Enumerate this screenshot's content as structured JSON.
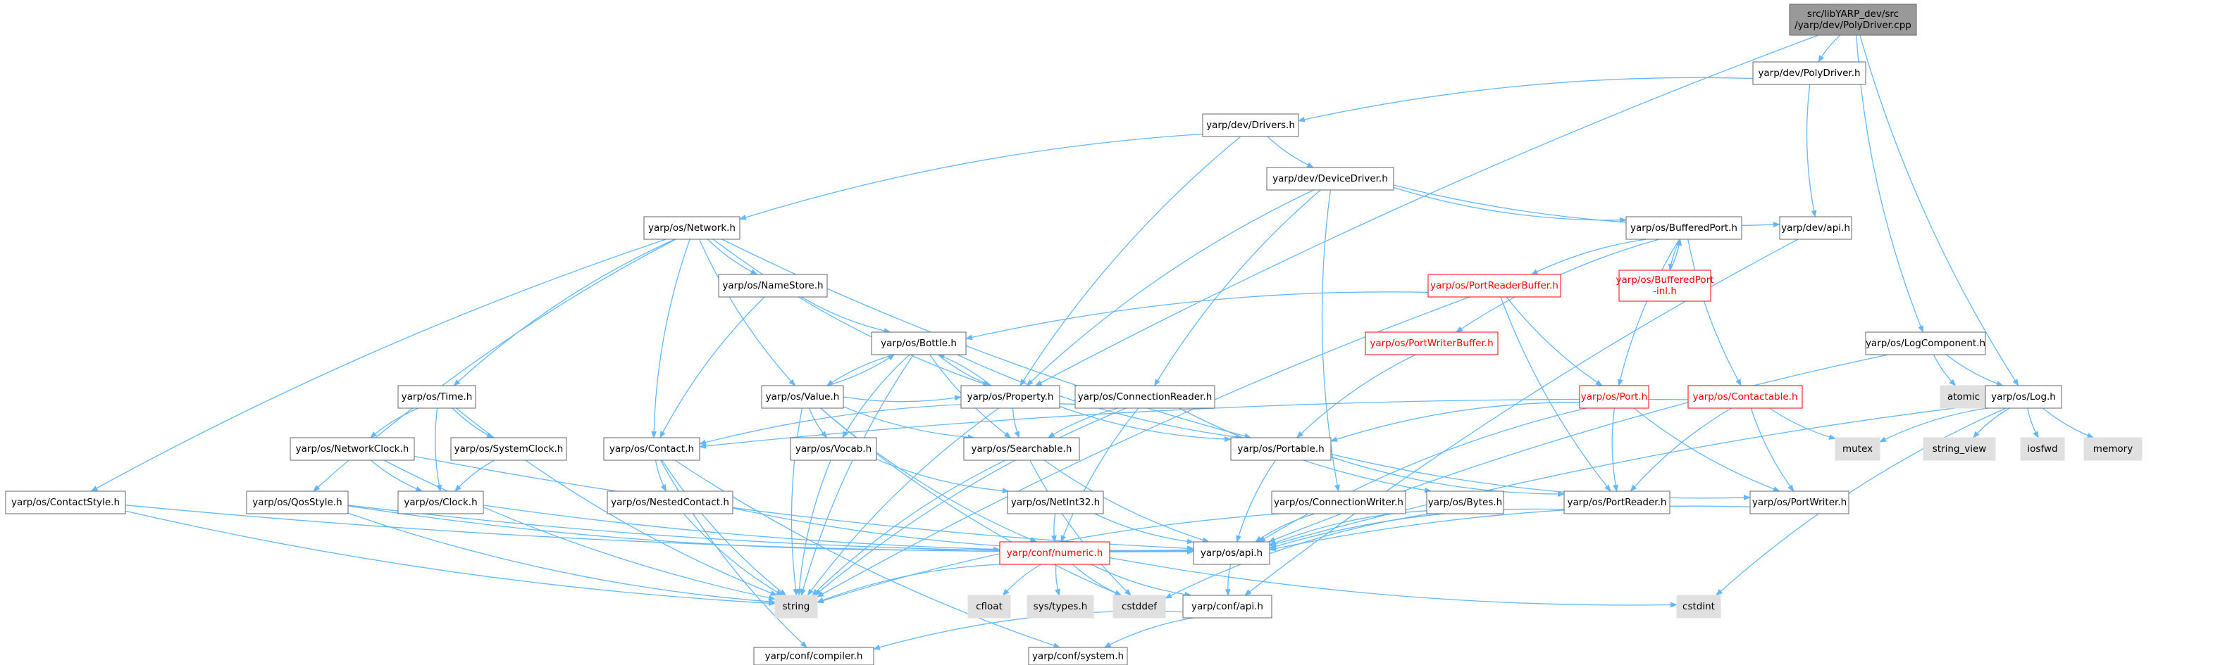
{
  "diagram": {
    "type": "include-dependency-graph",
    "edge_color": "#63b8ff",
    "style": {
      "normal": {
        "fill": "#ffffff",
        "stroke": "#666666",
        "text": "#000000"
      },
      "root": {
        "fill": "#999999",
        "stroke": "#666666",
        "text": "#000000"
      },
      "red": {
        "fill": "#ffffff",
        "stroke": "#ff0000",
        "text": "#ff0000"
      },
      "system": {
        "fill": "#e0e0e0",
        "stroke": "#e0e0e0",
        "text": "#000000"
      }
    },
    "nodes": [
      {
        "id": "root",
        "lines": [
          "src/libYARP_dev/src",
          "/yarp/dev/PolyDriver.cpp"
        ],
        "style": "root"
      },
      {
        "id": "polydriver_h",
        "lines": [
          "yarp/dev/PolyDriver.h"
        ],
        "style": "normal"
      },
      {
        "id": "drivers_h",
        "lines": [
          "yarp/dev/Drivers.h"
        ],
        "style": "normal"
      },
      {
        "id": "devicedriver_h",
        "lines": [
          "yarp/dev/DeviceDriver.h"
        ],
        "style": "normal"
      },
      {
        "id": "dev_api_h",
        "lines": [
          "yarp/dev/api.h"
        ],
        "style": "normal"
      },
      {
        "id": "network_h",
        "lines": [
          "yarp/os/Network.h"
        ],
        "style": "normal"
      },
      {
        "id": "namestore_h",
        "lines": [
          "yarp/os/NameStore.h"
        ],
        "style": "normal"
      },
      {
        "id": "bufferedport_h",
        "lines": [
          "yarp/os/BufferedPort.h"
        ],
        "style": "normal"
      },
      {
        "id": "portreaderbuffer_h",
        "lines": [
          "yarp/os/PortReaderBuffer.h"
        ],
        "style": "red"
      },
      {
        "id": "bufferedport_inl_h",
        "lines": [
          "yarp/os/BufferedPort",
          "-inl.h"
        ],
        "style": "red"
      },
      {
        "id": "bottle_h",
        "lines": [
          "yarp/os/Bottle.h"
        ],
        "style": "normal"
      },
      {
        "id": "portwriterbuffer_h",
        "lines": [
          "yarp/os/PortWriterBuffer.h"
        ],
        "style": "red"
      },
      {
        "id": "logcomponent_h",
        "lines": [
          "yarp/os/LogComponent.h"
        ],
        "style": "normal"
      },
      {
        "id": "atomic",
        "lines": [
          "atomic"
        ],
        "style": "system"
      },
      {
        "id": "log_h",
        "lines": [
          "yarp/os/Log.h"
        ],
        "style": "normal"
      },
      {
        "id": "time_h",
        "lines": [
          "yarp/os/Time.h"
        ],
        "style": "normal"
      },
      {
        "id": "value_h",
        "lines": [
          "yarp/os/Value.h"
        ],
        "style": "normal"
      },
      {
        "id": "property_h",
        "lines": [
          "yarp/os/Property.h"
        ],
        "style": "normal"
      },
      {
        "id": "connectionreader_h",
        "lines": [
          "yarp/os/ConnectionReader.h"
        ],
        "style": "normal"
      },
      {
        "id": "port_h",
        "lines": [
          "yarp/os/Port.h"
        ],
        "style": "red"
      },
      {
        "id": "contactable_h",
        "lines": [
          "yarp/os/Contactable.h"
        ],
        "style": "red"
      },
      {
        "id": "mutex",
        "lines": [
          "mutex"
        ],
        "style": "system"
      },
      {
        "id": "string_view",
        "lines": [
          "string_view"
        ],
        "style": "system"
      },
      {
        "id": "iosfwd",
        "lines": [
          "iosfwd"
        ],
        "style": "system"
      },
      {
        "id": "memory",
        "lines": [
          "memory"
        ],
        "style": "system"
      },
      {
        "id": "networkclock_h",
        "lines": [
          "yarp/os/NetworkClock.h"
        ],
        "style": "normal"
      },
      {
        "id": "systemclock_h",
        "lines": [
          "yarp/os/SystemClock.h"
        ],
        "style": "normal"
      },
      {
        "id": "contact_h",
        "lines": [
          "yarp/os/Contact.h"
        ],
        "style": "normal"
      },
      {
        "id": "vocab_h",
        "lines": [
          "yarp/os/Vocab.h"
        ],
        "style": "normal"
      },
      {
        "id": "searchable_h",
        "lines": [
          "yarp/os/Searchable.h"
        ],
        "style": "normal"
      },
      {
        "id": "portable_h",
        "lines": [
          "yarp/os/Portable.h"
        ],
        "style": "normal"
      },
      {
        "id": "contactstyle_h",
        "lines": [
          "yarp/os/ContactStyle.h"
        ],
        "style": "normal"
      },
      {
        "id": "qosstyle_h",
        "lines": [
          "yarp/os/QosStyle.h"
        ],
        "style": "normal"
      },
      {
        "id": "clock_h",
        "lines": [
          "yarp/os/Clock.h"
        ],
        "style": "normal"
      },
      {
        "id": "nestedcontact_h",
        "lines": [
          "yarp/os/NestedContact.h"
        ],
        "style": "normal"
      },
      {
        "id": "netint32_h",
        "lines": [
          "yarp/os/NetInt32.h"
        ],
        "style": "normal"
      },
      {
        "id": "connectionwriter_h",
        "lines": [
          "yarp/os/ConnectionWriter.h"
        ],
        "style": "normal"
      },
      {
        "id": "bytes_h",
        "lines": [
          "yarp/os/Bytes.h"
        ],
        "style": "normal"
      },
      {
        "id": "portreader_h",
        "lines": [
          "yarp/os/PortReader.h"
        ],
        "style": "normal"
      },
      {
        "id": "portwriter_h",
        "lines": [
          "yarp/os/PortWriter.h"
        ],
        "style": "normal"
      },
      {
        "id": "numeric_h",
        "lines": [
          "yarp/conf/numeric.h"
        ],
        "style": "red"
      },
      {
        "id": "os_api_h",
        "lines": [
          "yarp/os/api.h"
        ],
        "style": "normal"
      },
      {
        "id": "string",
        "lines": [
          "string"
        ],
        "style": "system"
      },
      {
        "id": "cfloat",
        "lines": [
          "cfloat"
        ],
        "style": "system"
      },
      {
        "id": "systypes_h",
        "lines": [
          "sys/types.h"
        ],
        "style": "system"
      },
      {
        "id": "cstddef",
        "lines": [
          "cstddef"
        ],
        "style": "system"
      },
      {
        "id": "conf_api_h",
        "lines": [
          "yarp/conf/api.h"
        ],
        "style": "normal"
      },
      {
        "id": "cstdint",
        "lines": [
          "cstdint"
        ],
        "style": "system"
      },
      {
        "id": "compiler_h",
        "lines": [
          "yarp/conf/compiler.h"
        ],
        "style": "normal"
      },
      {
        "id": "conf_system_h",
        "lines": [
          "yarp/conf/system.h"
        ],
        "style": "normal"
      }
    ],
    "edges": [
      [
        "root",
        "polydriver_h"
      ],
      [
        "root",
        "logcomponent_h"
      ],
      [
        "root",
        "log_h"
      ],
      [
        "root",
        "property_h"
      ],
      [
        "polydriver_h",
        "drivers_h"
      ],
      [
        "polydriver_h",
        "dev_api_h"
      ],
      [
        "drivers_h",
        "devicedriver_h"
      ],
      [
        "drivers_h",
        "network_h"
      ],
      [
        "drivers_h",
        "property_h"
      ],
      [
        "devicedriver_h",
        "bufferedport_h"
      ],
      [
        "devicedriver_h",
        "dev_api_h"
      ],
      [
        "devicedriver_h",
        "property_h"
      ],
      [
        "devicedriver_h",
        "connectionreader_h"
      ],
      [
        "devicedriver_h",
        "connectionwriter_h"
      ],
      [
        "dev_api_h",
        "conf_api_h"
      ],
      [
        "network_h",
        "namestore_h"
      ],
      [
        "network_h",
        "time_h"
      ],
      [
        "network_h",
        "value_h"
      ],
      [
        "network_h",
        "property_h"
      ],
      [
        "network_h",
        "contact_h"
      ],
      [
        "network_h",
        "portable_h"
      ],
      [
        "network_h",
        "contactstyle_h"
      ],
      [
        "network_h",
        "qosstyle_h"
      ],
      [
        "namestore_h",
        "bottle_h"
      ],
      [
        "namestore_h",
        "contact_h"
      ],
      [
        "bufferedport_h",
        "portreaderbuffer_h"
      ],
      [
        "bufferedport_h",
        "bufferedport_inl_h"
      ],
      [
        "bufferedport_h",
        "portwriterbuffer_h"
      ],
      [
        "bufferedport_h",
        "port_h"
      ],
      [
        "bufferedport_h",
        "contactable_h"
      ],
      [
        "bufferedport_inl_h",
        "bufferedport_h"
      ],
      [
        "portreaderbuffer_h",
        "bottle_h"
      ],
      [
        "portreaderbuffer_h",
        "port_h"
      ],
      [
        "portreaderbuffer_h",
        "portreader_h"
      ],
      [
        "portreaderbuffer_h",
        "string"
      ],
      [
        "portwriterbuffer_h",
        "portable_h"
      ],
      [
        "bottle_h",
        "value_h"
      ],
      [
        "bottle_h",
        "property_h"
      ],
      [
        "bottle_h",
        "vocab_h"
      ],
      [
        "bottle_h",
        "searchable_h"
      ],
      [
        "bottle_h",
        "portable_h"
      ],
      [
        "bottle_h",
        "string"
      ],
      [
        "value_h",
        "bottle_h"
      ],
      [
        "value_h",
        "property_h"
      ],
      [
        "value_h",
        "vocab_h"
      ],
      [
        "value_h",
        "searchable_h"
      ],
      [
        "value_h",
        "numeric_h"
      ],
      [
        "value_h",
        "string"
      ],
      [
        "value_h",
        "cstddef"
      ],
      [
        "property_h",
        "bottle_h"
      ],
      [
        "property_h",
        "searchable_h"
      ],
      [
        "property_h",
        "portable_h"
      ],
      [
        "property_h",
        "string"
      ],
      [
        "connectionreader_h",
        "searchable_h"
      ],
      [
        "connectionreader_h",
        "contact_h"
      ],
      [
        "connectionreader_h",
        "bytes_h"
      ],
      [
        "connectionreader_h",
        "numeric_h"
      ],
      [
        "connectionreader_h",
        "string"
      ],
      [
        "port_h",
        "portable_h"
      ],
      [
        "port_h",
        "portreader_h"
      ],
      [
        "port_h",
        "portwriter_h"
      ],
      [
        "port_h",
        "os_api_h"
      ],
      [
        "contactable_h",
        "contact_h"
      ],
      [
        "contactable_h",
        "portreader_h"
      ],
      [
        "contactable_h",
        "portwriter_h"
      ],
      [
        "contactable_h",
        "mutex"
      ],
      [
        "logcomponent_h",
        "atomic"
      ],
      [
        "logcomponent_h",
        "log_h"
      ],
      [
        "logcomponent_h",
        "os_api_h"
      ],
      [
        "log_h",
        "mutex"
      ],
      [
        "log_h",
        "string_view"
      ],
      [
        "log_h",
        "iosfwd"
      ],
      [
        "log_h",
        "memory"
      ],
      [
        "log_h",
        "cstdint"
      ],
      [
        "log_h",
        "os_api_h"
      ],
      [
        "time_h",
        "networkclock_h"
      ],
      [
        "time_h",
        "systemclock_h"
      ],
      [
        "time_h",
        "clock_h"
      ],
      [
        "time_h",
        "string"
      ],
      [
        "networkclock_h",
        "clock_h"
      ],
      [
        "networkclock_h",
        "os_api_h"
      ],
      [
        "networkclock_h",
        "string"
      ],
      [
        "systemclock_h",
        "clock_h"
      ],
      [
        "contact_h",
        "nestedcontact_h"
      ],
      [
        "contact_h",
        "string"
      ],
      [
        "contact_h",
        "compiler_h"
      ],
      [
        "contact_h",
        "conf_system_h"
      ],
      [
        "vocab_h",
        "netint32_h"
      ],
      [
        "vocab_h",
        "string"
      ],
      [
        "searchable_h",
        "os_api_h"
      ],
      [
        "searchable_h",
        "string"
      ],
      [
        "searchable_h",
        "cstddef"
      ],
      [
        "portable_h",
        "portreader_h"
      ],
      [
        "portable_h",
        "portwriter_h"
      ],
      [
        "portable_h",
        "os_api_h"
      ],
      [
        "contactstyle_h",
        "os_api_h"
      ],
      [
        "contactstyle_h",
        "string"
      ],
      [
        "qosstyle_h",
        "os_api_h"
      ],
      [
        "qosstyle_h",
        "numeric_h"
      ],
      [
        "qosstyle_h",
        "string"
      ],
      [
        "clock_h",
        "os_api_h"
      ],
      [
        "nestedcontact_h",
        "os_api_h"
      ],
      [
        "nestedcontact_h",
        "string"
      ],
      [
        "netint32_h",
        "numeric_h"
      ],
      [
        "netint32_h",
        "os_api_h"
      ],
      [
        "connectionwriter_h",
        "os_api_h"
      ],
      [
        "connectionwriter_h",
        "string"
      ],
      [
        "bytes_h",
        "os_api_h"
      ],
      [
        "bytes_h",
        "cstddef"
      ],
      [
        "portreader_h",
        "os_api_h"
      ],
      [
        "portwriter_h",
        "os_api_h"
      ],
      [
        "numeric_h",
        "cfloat"
      ],
      [
        "numeric_h",
        "systypes_h"
      ],
      [
        "numeric_h",
        "cstddef"
      ],
      [
        "numeric_h",
        "conf_api_h"
      ],
      [
        "numeric_h",
        "cstdint"
      ],
      [
        "numeric_h",
        "string"
      ],
      [
        "os_api_h",
        "conf_api_h"
      ],
      [
        "conf_api_h",
        "compiler_h"
      ],
      [
        "conf_api_h",
        "conf_system_h"
      ]
    ]
  }
}
